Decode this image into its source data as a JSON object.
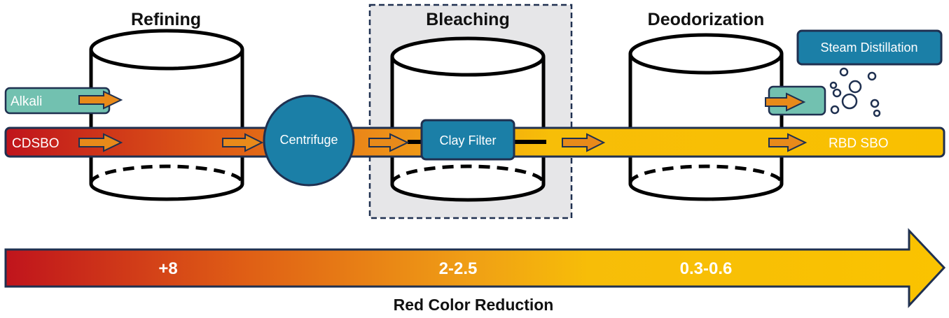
{
  "stages": {
    "refining": "Refining",
    "bleaching": "Bleaching",
    "deodorization": "Deodorization"
  },
  "inputs": {
    "alkali": "Alkali",
    "steam": "Steam Distillation"
  },
  "stream": {
    "start": "CDSBO",
    "end": "RBD SBO"
  },
  "units": {
    "centrifuge": "Centrifuge",
    "clay_filter": "Clay Filter"
  },
  "scale": {
    "values": [
      "+8",
      "2-2.5",
      "0.3-0.6"
    ],
    "caption": "Red Color Reduction"
  },
  "colors": {
    "red": "#c0141c",
    "orange": "#e88a1a",
    "gold": "#f7be08",
    "unit_blue": "#1b7fa7",
    "alkali_green": "#72c1b0",
    "outline": "#1f3050"
  }
}
